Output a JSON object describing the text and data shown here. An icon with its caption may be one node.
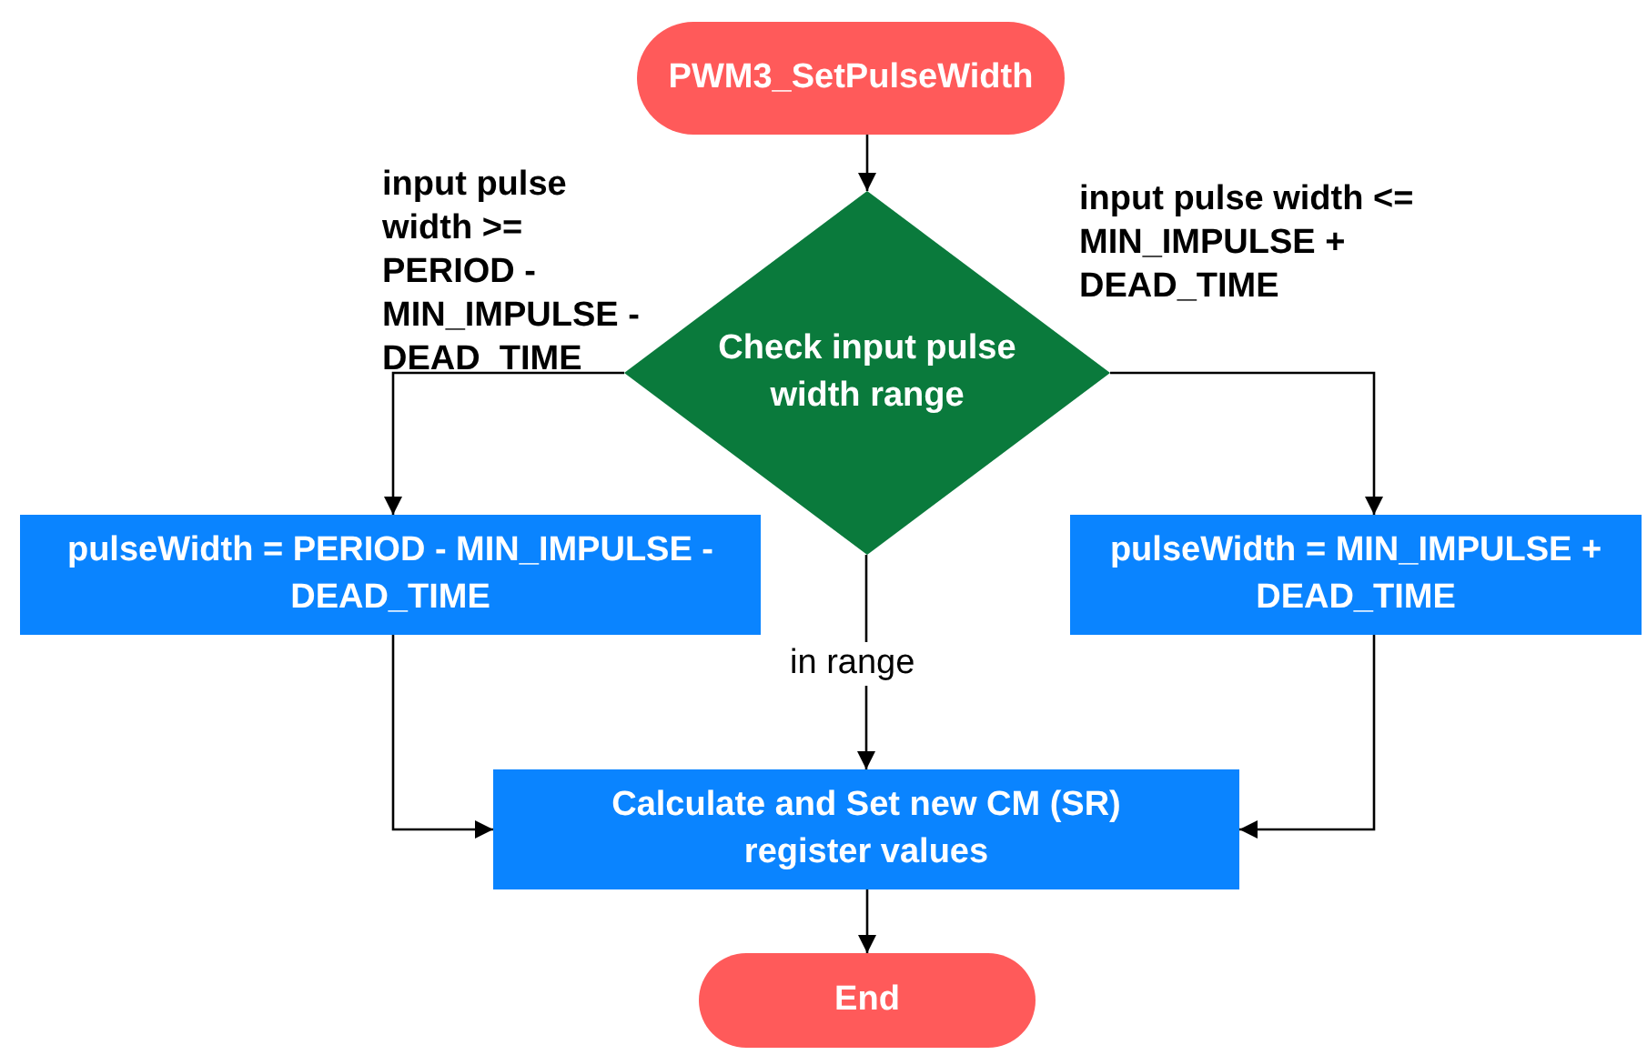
{
  "diagram": {
    "nodes": [
      {
        "text": [
          "PWM3_SetPulseWidth"
        ]
      },
      {
        "text": [
          "Check input pulse width range"
        ]
      },
      {
        "text": [
          "pulseWidth = PERIOD - MIN_IMPULSE - DEAD_TIME"
        ]
      },
      {
        "text": [
          "pulseWidth = MIN_IMPULSE + DEAD_TIME"
        ]
      },
      {
        "text": [
          "Calculate and Set new CM (SR) register values"
        ]
      },
      {
        "text": [
          "End"
        ]
      }
    ],
    "edges": [
      {
        "from": 0,
        "to": 1,
        "arrow": "to"
      },
      {
        "from": 1,
        "to": 2,
        "arrow": "to",
        "label": "input pulse width >= PERIOD - MIN_IMPULSE - DEAD_TIME"
      },
      {
        "from": 1,
        "to": 3,
        "arrow": "to",
        "label": "input pulse width <= MIN_IMPULSE + DEAD_TIME"
      },
      {
        "from": 1,
        "to": 4,
        "arrow": "to",
        "label": "in range"
      },
      {
        "from": 2,
        "to": 4,
        "arrow": "to"
      },
      {
        "from": 3,
        "to": 4,
        "arrow": "to"
      },
      {
        "from": 4,
        "to": 5,
        "arrow": "to"
      }
    ]
  }
}
